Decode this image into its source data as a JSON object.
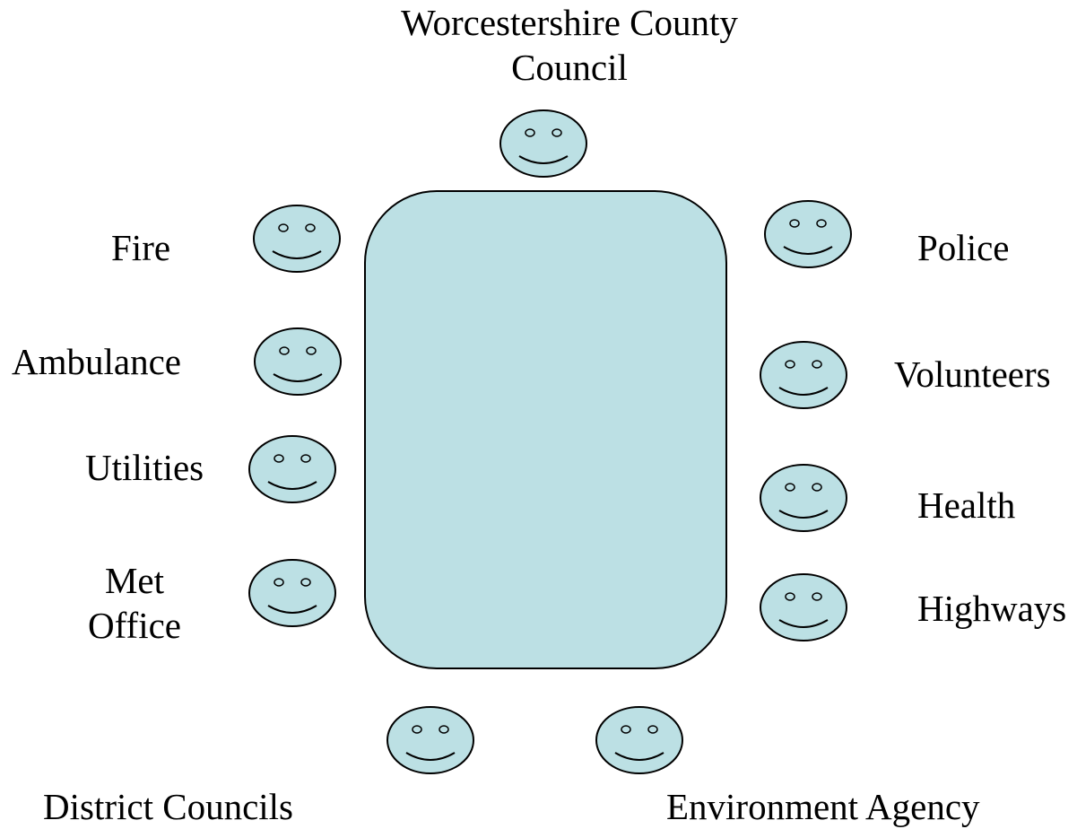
{
  "colors": {
    "fill": "#bce0e4",
    "stroke": "#000000",
    "background": "#ffffff"
  },
  "table": {
    "label": ""
  },
  "participants": {
    "council": {
      "label_line1": "Worcestershire County",
      "label_line2": "Council",
      "icon": "smiley-face-icon"
    },
    "fire": {
      "label": "Fire",
      "icon": "smiley-face-icon"
    },
    "ambulance": {
      "label": "Ambulance",
      "icon": "smiley-face-icon"
    },
    "utilities": {
      "label": "Utilities",
      "icon": "smiley-face-icon"
    },
    "met_office": {
      "label_line1": "Met",
      "label_line2": "Office",
      "icon": "smiley-face-icon"
    },
    "police": {
      "label": "Police",
      "icon": "smiley-face-icon"
    },
    "volunteers": {
      "label": "Volunteers",
      "icon": "smiley-face-icon"
    },
    "health": {
      "label": "Health",
      "icon": "smiley-face-icon"
    },
    "highways": {
      "label": "Highways",
      "icon": "smiley-face-icon"
    },
    "district_councils": {
      "label": "District Councils",
      "icon": "smiley-face-icon"
    },
    "environment_agency": {
      "label": "Environment Agency",
      "icon": "smiley-face-icon"
    }
  }
}
